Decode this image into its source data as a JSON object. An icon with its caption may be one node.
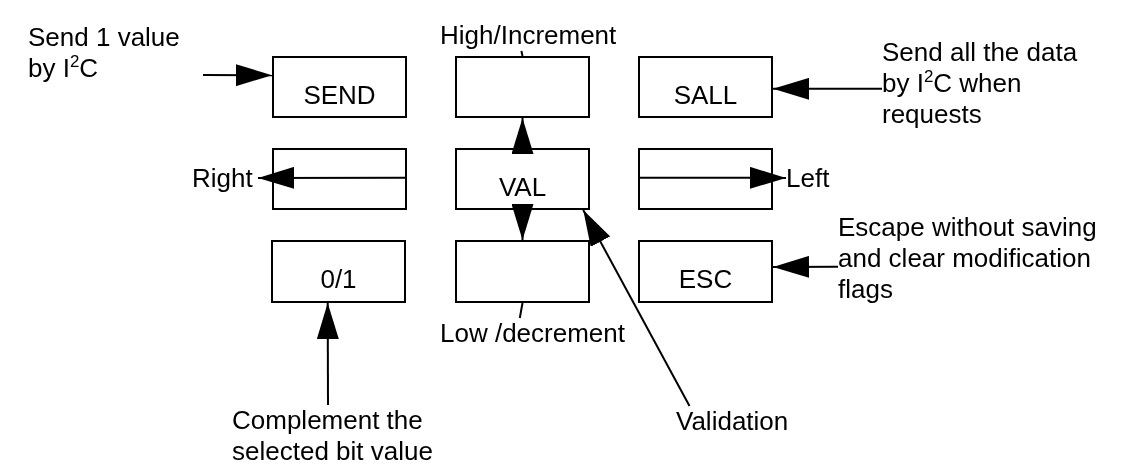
{
  "diagram": {
    "nodes": [
      {
        "text": [
          "Send 1 value by I$^{2}$C"
        ]
      },
      {
        "text": [
          "High/Increment"
        ]
      },
      {
        "text": [
          "Send all the data by I$^{2}$C when requests"
        ]
      },
      {
        "text": [
          "SEND"
        ]
      },
      {
        "text": [],
        "shape": "box"
      },
      {
        "text": [
          "SALL"
        ]
      },
      {
        "text": [
          "Right"
        ]
      },
      {
        "text": [],
        "shape": "box"
      },
      {
        "text": [
          "VAL"
        ]
      },
      {
        "text": [],
        "shape": "box"
      },
      {
        "text": [
          "Left"
        ]
      },
      {
        "text": [
          "Escape without saving and clear modification flags"
        ]
      },
      {
        "text": [
          "0/1"
        ]
      },
      {
        "text": [],
        "shape": "box"
      },
      {
        "text": [
          "ESC"
        ]
      },
      {
        "text": [
          "Low /decrement"
        ]
      },
      {
        "text": [
          "Complement the selected bit value"
        ]
      },
      {
        "text": [
          "Validation"
        ]
      }
    ],
    "edges": [
      {
        "from": 0,
        "to": 3,
        "arrow": "to"
      },
      {
        "from": 8,
        "to": 4,
        "arrow": "to"
      },
      {
        "from": 4,
        "to": 1,
        "arrow": "none"
      },
      {
        "from": 2,
        "to": 5,
        "arrow": "to"
      },
      {
        "from": 7,
        "to": 6,
        "arrow": "to"
      },
      {
        "from": 9,
        "to": 10,
        "arrow": "to"
      },
      {
        "from": 11,
        "to": 14,
        "arrow": "to"
      },
      {
        "from": 8,
        "to": 13,
        "arrow": "to"
      },
      {
        "from": 13,
        "to": 15,
        "arrow": "none"
      },
      {
        "from": 16,
        "to": 12,
        "arrow": "to"
      },
      {
        "from": 17,
        "to": 8,
        "arrow": "to"
      }
    ]
  }
}
